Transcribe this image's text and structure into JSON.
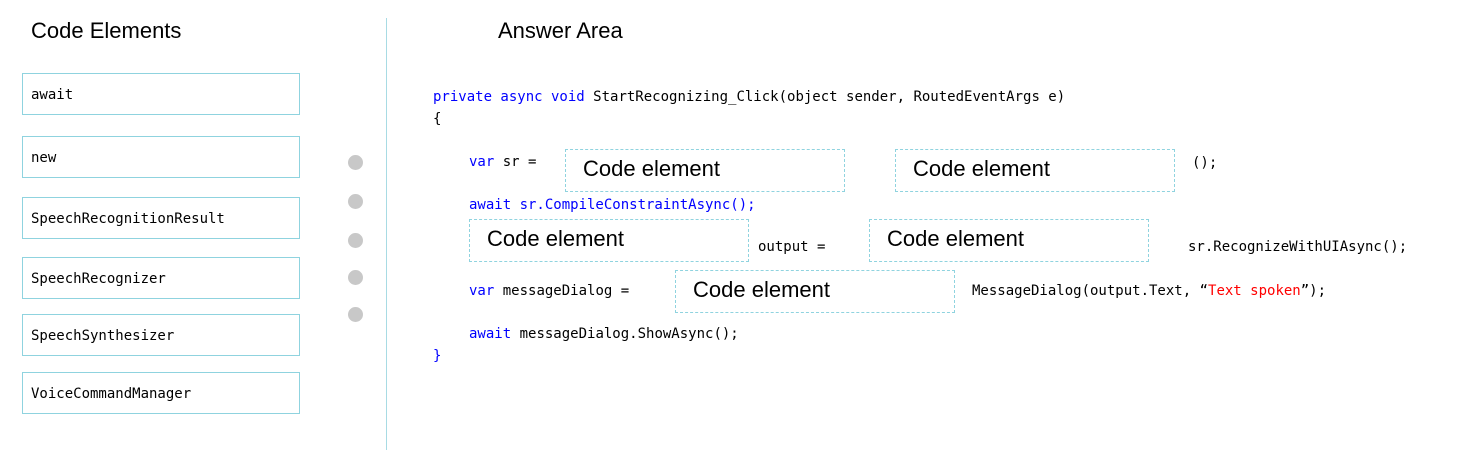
{
  "headings": {
    "code_elements": "Code Elements",
    "answer_area": "Answer Area"
  },
  "code_elements": [
    "await",
    "new",
    "SpeechRecognitionResult",
    "SpeechRecognizer",
    "SpeechSynthesizer",
    "VoiceCommandManager"
  ],
  "answer": {
    "target_label": "Code element",
    "line1_keywords": "private async void",
    "line1_rest": "StartRecognizing_Click(object sender, RoutedEventArgs e)",
    "open_brace": "{",
    "line2_keyword": "var",
    "line2_rest": "sr =",
    "line2_end": "();",
    "line3": "await sr.CompileConstraintAsync();",
    "line4_middle": "output =",
    "line4_end": "sr.RecognizeWithUIAsync();",
    "line5_keyword": "var",
    "line5_rest": "messageDialog =",
    "line5_call": "MessageDialog(output.Text, “",
    "line5_string": "Text spoken",
    "line5_close": "”);",
    "line6_keyword": "await",
    "line6_rest": "messageDialog.ShowAsync();",
    "close_brace": "}"
  },
  "colors": {
    "keyword": "#0000ff",
    "string": "#ff0000",
    "box_border": "#8fd3df",
    "dot": "#c8c8c8",
    "divider": "#a8dbe4"
  }
}
